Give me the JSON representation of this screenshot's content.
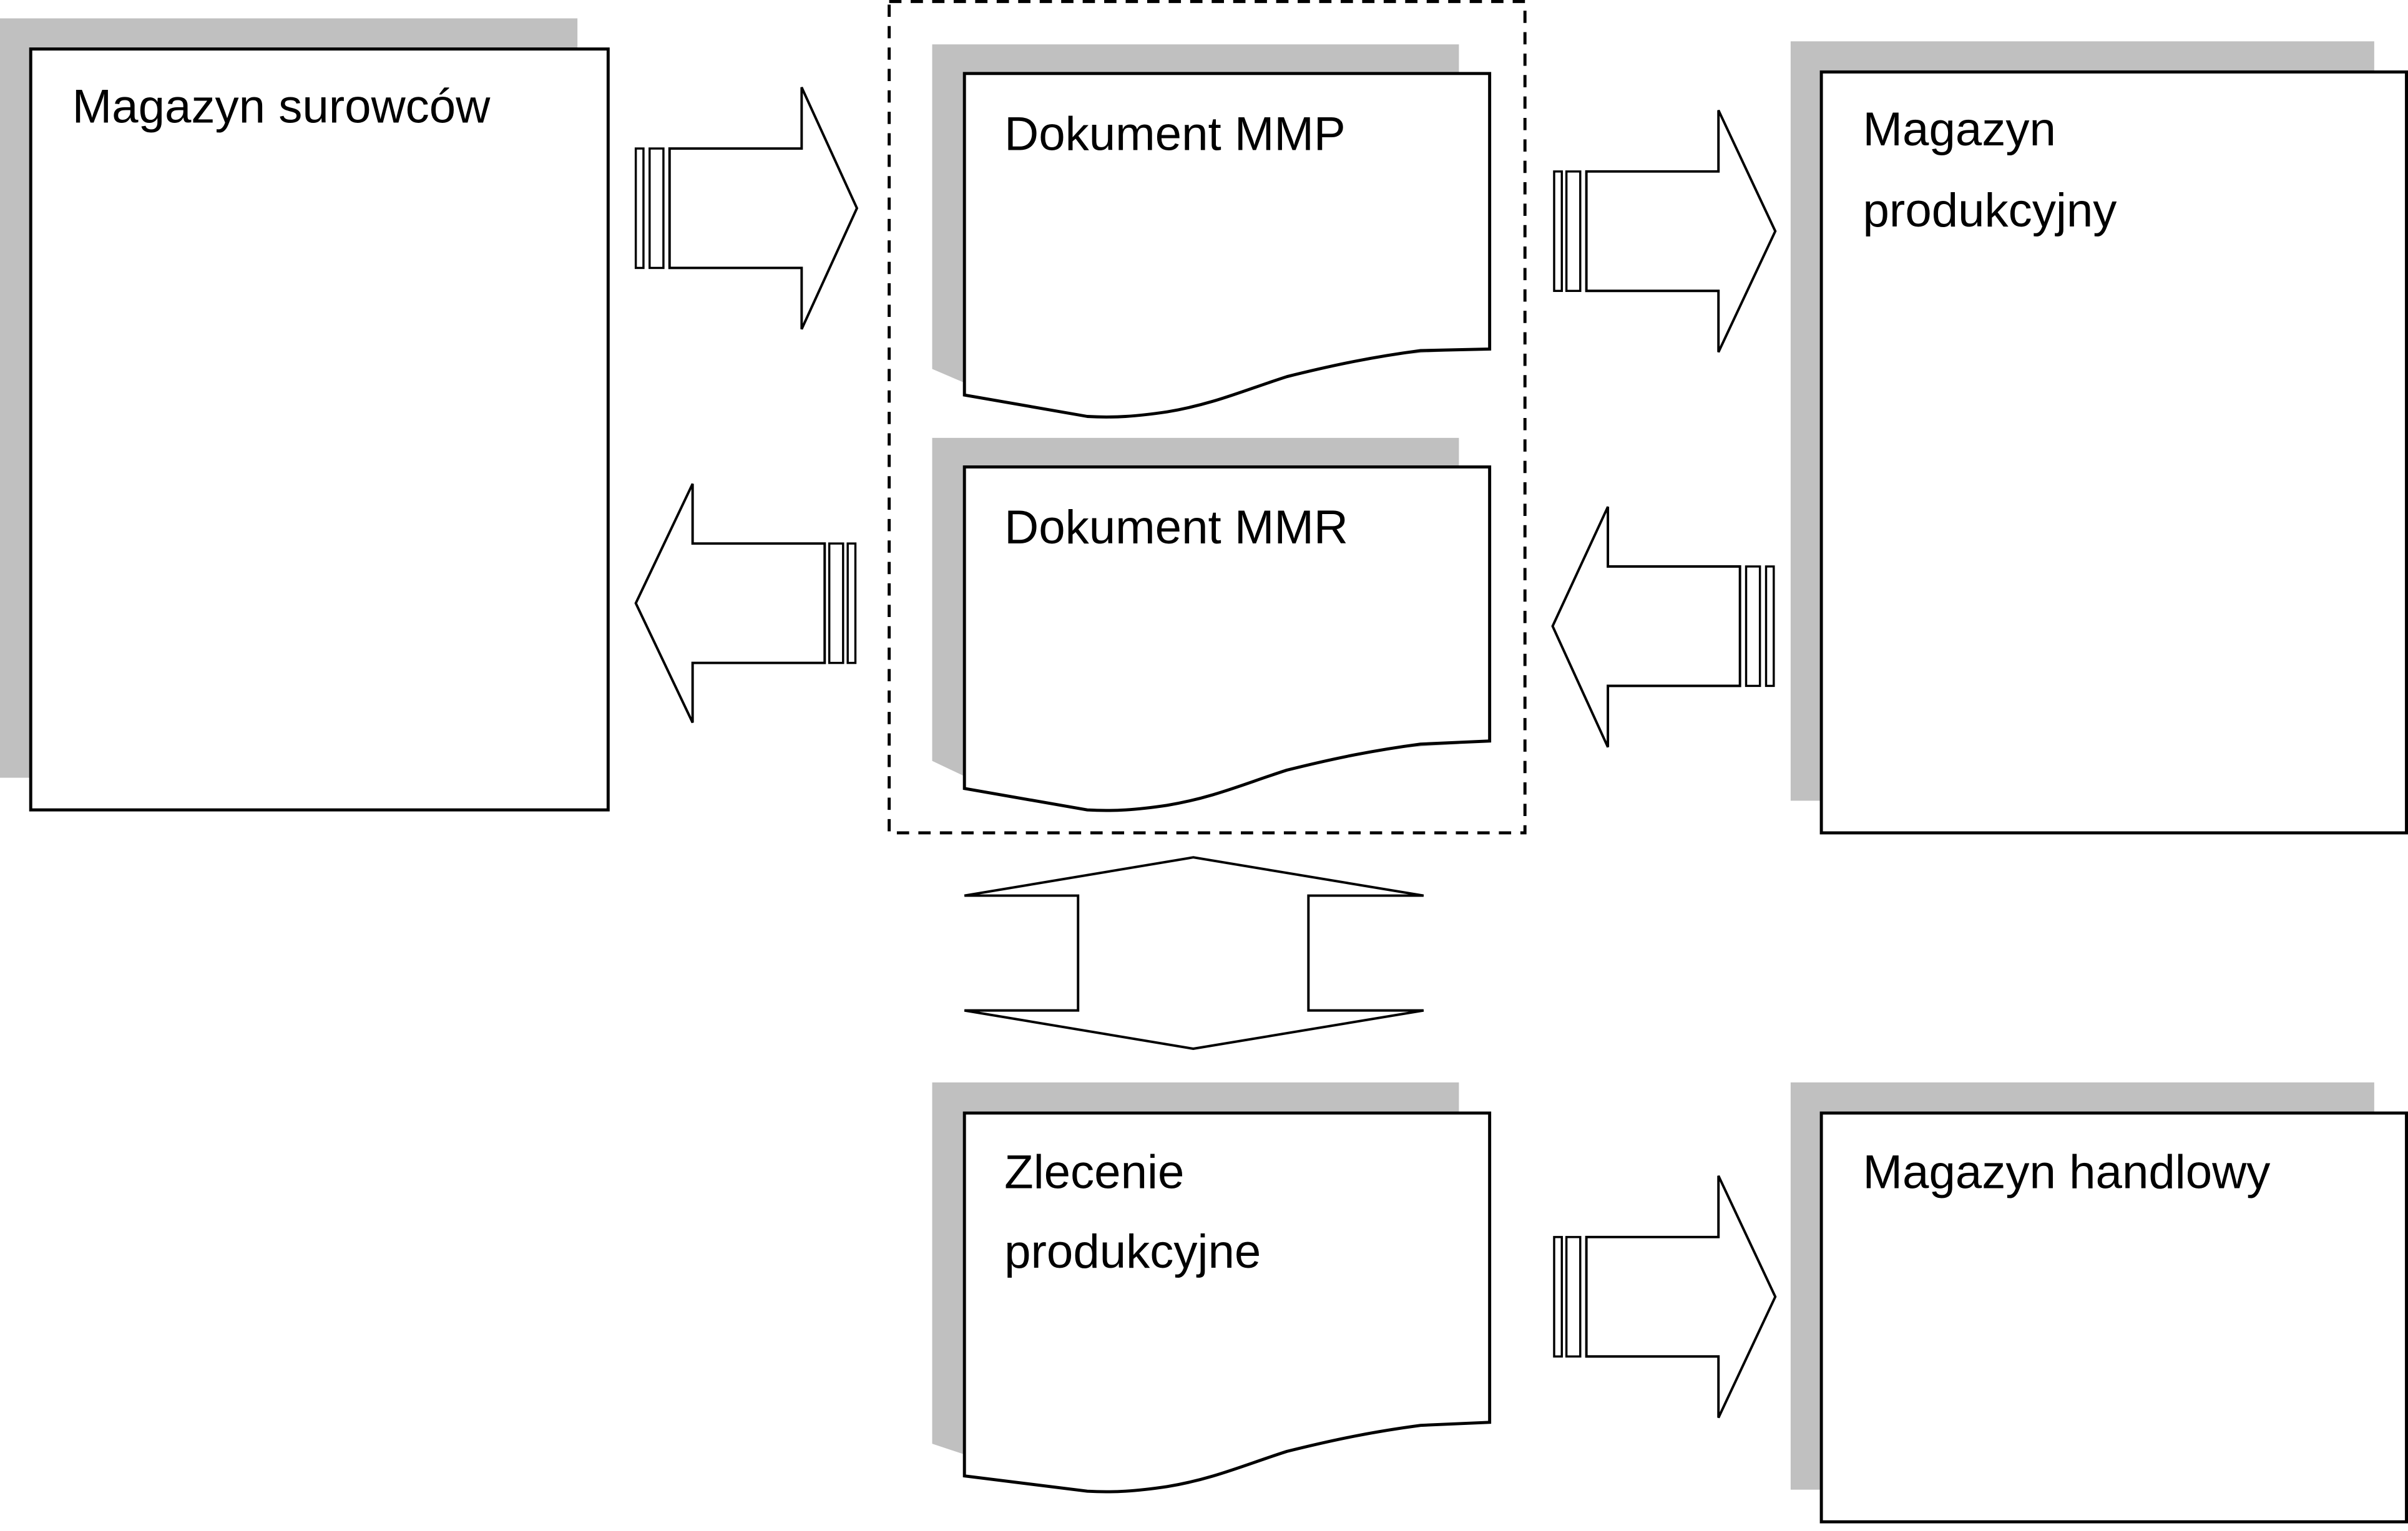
{
  "diagram": {
    "title": "",
    "nodes": {
      "magazyn_surowcow": {
        "lines": [
          "Magazyn surowców"
        ],
        "kind": "storage"
      },
      "dokument_mmp": {
        "lines": [
          "Dokument MMP"
        ],
        "kind": "document"
      },
      "dokument_mmr": {
        "lines": [
          "Dokument MMR"
        ],
        "kind": "document"
      },
      "magazyn_produkcyjny": {
        "lines": [
          "Magazyn",
          "produkcyjny"
        ],
        "kind": "storage"
      },
      "zlecenie_produkcyjne": {
        "lines": [
          "Zlecenie",
          "produkcyjne"
        ],
        "kind": "document"
      },
      "magazyn_handlowy": {
        "lines": [
          "Magazyn handlowy"
        ],
        "kind": "storage"
      }
    },
    "groups": [
      {
        "id": "mm_documents",
        "members": [
          "dokument_mmp",
          "dokument_mmr"
        ],
        "style": "dashed"
      }
    ],
    "edges": [
      {
        "from": "magazyn_surowcow",
        "to": "dokument_mmp",
        "direction": "right"
      },
      {
        "from": "dokument_mmp",
        "to": "magazyn_produkcyjny",
        "direction": "right"
      },
      {
        "from": "dokument_mmr",
        "to": "magazyn_surowcow",
        "direction": "left"
      },
      {
        "from": "magazyn_produkcyjny",
        "to": "dokument_mmr",
        "direction": "left"
      },
      {
        "from": "mm_documents",
        "to": "zlecenie_produkcyjne",
        "direction": "both-vertical"
      },
      {
        "from": "zlecenie_produkcyjne",
        "to": "magazyn_handlowy",
        "direction": "right"
      }
    ],
    "colors": {
      "shadow": "#c0c0c0",
      "stroke": "#000000",
      "fill": "#ffffff"
    }
  }
}
